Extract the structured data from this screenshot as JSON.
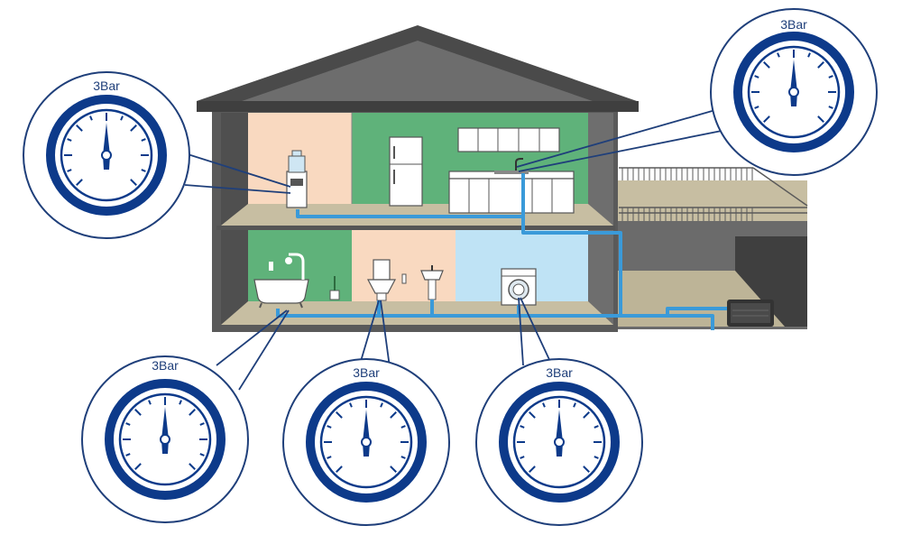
{
  "colors": {
    "roof": "#4a4a4a",
    "wall": "#5a5a5a",
    "floor": "#c7bea2",
    "water_cooler_room": "#f9d9c0",
    "kitchen": "#5fb27a",
    "bathroom": "#5fb27a",
    "toilet_room": "#f9d9c0",
    "laundry": "#bfe3f5",
    "pipe": "#3a9ad9",
    "gauge_blue": "#1f3f7a",
    "gauge_ring": "#0d3a8a"
  },
  "gauges": [
    {
      "id": "water-cooler",
      "label": "3Bar",
      "reading_bar": 3
    },
    {
      "id": "kitchen-sink",
      "label": "3Bar",
      "reading_bar": 3
    },
    {
      "id": "bathtub",
      "label": "3Bar",
      "reading_bar": 3
    },
    {
      "id": "toilet-basin",
      "label": "3Bar",
      "reading_bar": 3
    },
    {
      "id": "washing-machine",
      "label": "3Bar",
      "reading_bar": 3
    }
  ],
  "icons": {
    "pump": "booster-pump-icon",
    "fridge": "fridge-icon",
    "washer": "washing-machine-icon",
    "bathtub": "bathtub-icon",
    "toilet": "toilet-icon",
    "sink": "sink-icon",
    "cooler": "water-cooler-icon"
  }
}
